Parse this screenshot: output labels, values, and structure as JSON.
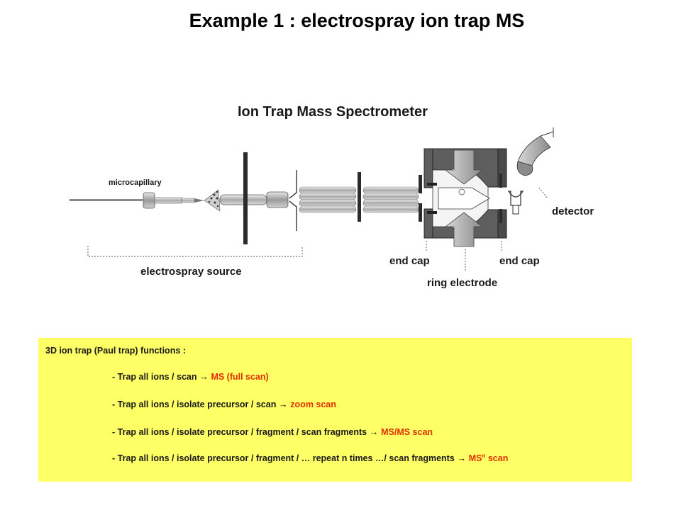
{
  "slide": {
    "title": "Example 1 : electrospray ion trap MS"
  },
  "diagram": {
    "title": "Ion Trap Mass Spectrometer",
    "labels": {
      "microcapillary": "microcapillary",
      "electrospray_source": "electrospray source",
      "end_cap_left": "end cap",
      "end_cap_right": "end cap",
      "ring_electrode": "ring electrode",
      "detector": "detector"
    }
  },
  "functions": {
    "heading": "3D ion trap (Paul trap) functions :",
    "arrow": "→",
    "items": [
      {
        "text": "- Trap all ions / scan ",
        "result": "MS (full scan)"
      },
      {
        "text": "- Trap all ions / isolate precursor / scan ",
        "result": "zoom scan"
      },
      {
        "text": "- Trap all ions / isolate precursor / fragment / scan fragments ",
        "result": "MS/MS scan"
      },
      {
        "text": "- Trap all ions / isolate precursor / fragment / … repeat n times …/   scan fragments ",
        "result_main": "MS",
        "result_sup": "n",
        "result_tail": " scan"
      }
    ]
  },
  "colors": {
    "box_background": "#ffff66",
    "highlight": "#e03000"
  }
}
